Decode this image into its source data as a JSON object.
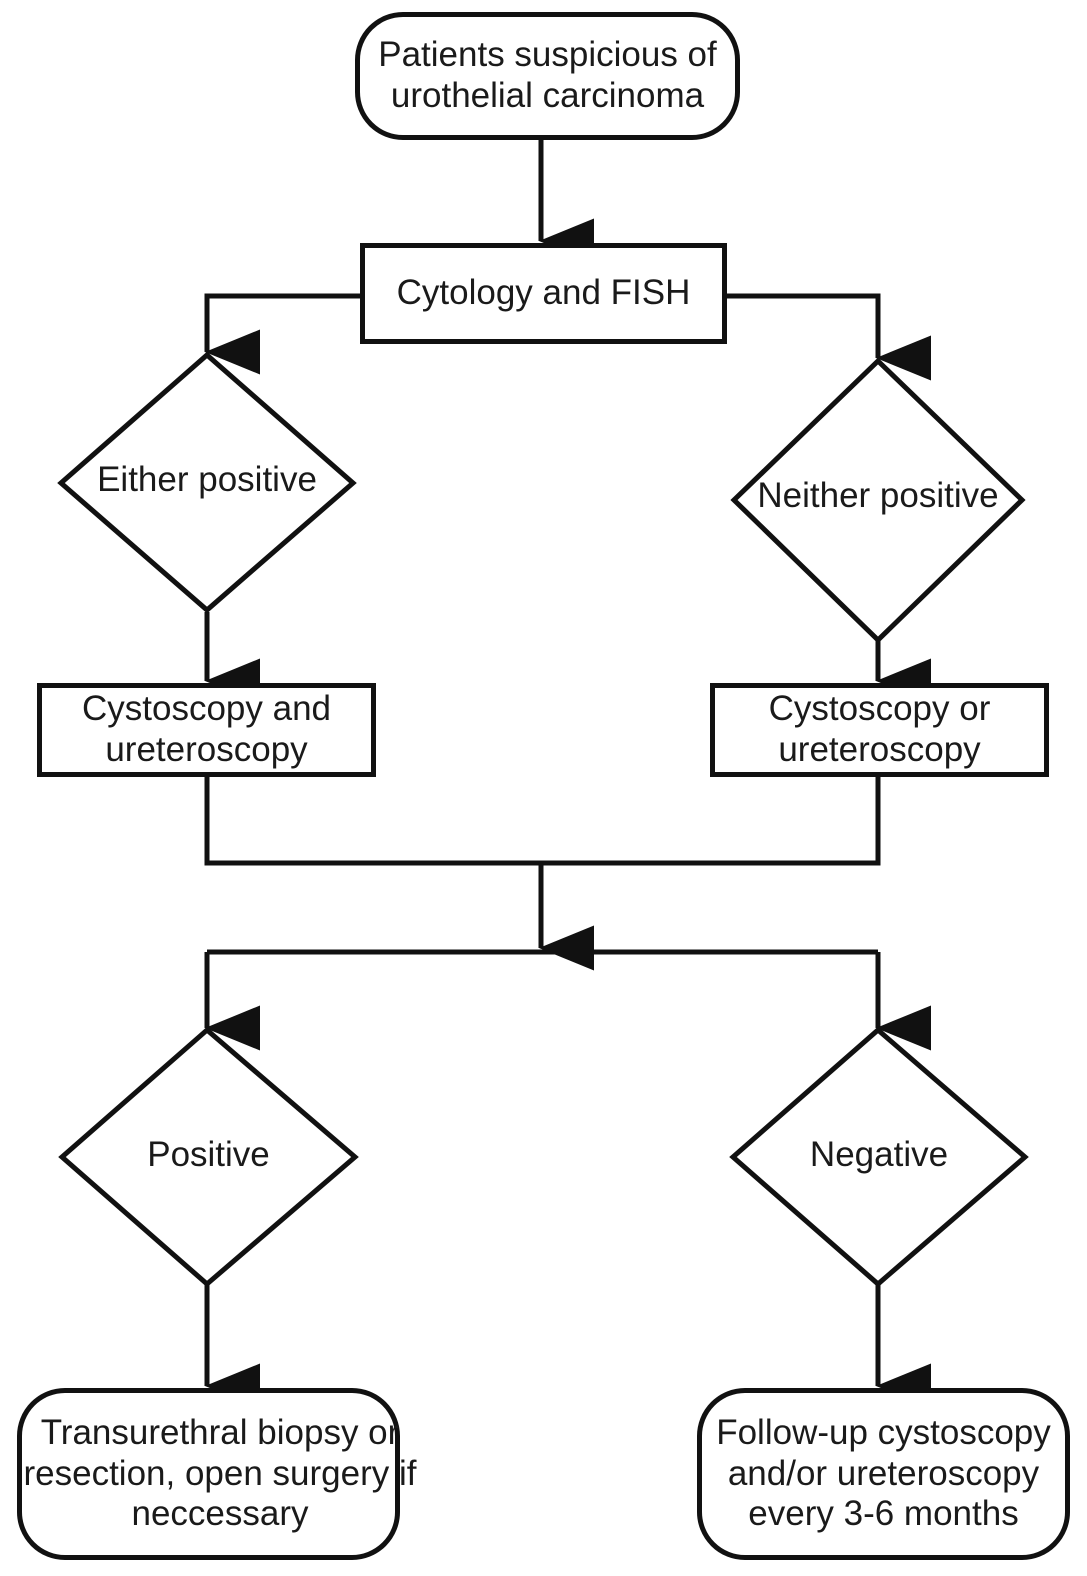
{
  "diagram": {
    "title": "Diagnostic algorithm for urothelial carcinoma",
    "type": "flowchart",
    "colors": {
      "stroke": "#111111",
      "fill": "#ffffff",
      "text": "#1a1a1a"
    },
    "nodes": {
      "start": {
        "label": "Patients suspicious of\nurothelial carcinoma",
        "shape": "terminator"
      },
      "test": {
        "label": "Cytology and FISH",
        "shape": "process"
      },
      "either_positive": {
        "label": "Either positive",
        "shape": "decision"
      },
      "neither_positive": {
        "label": "Neither positive",
        "shape": "decision"
      },
      "cysto_and_uretero": {
        "label": "Cystoscopy and\nureteroscopy",
        "shape": "process"
      },
      "cysto_or_uretero": {
        "label": "Cystoscopy or\nureteroscopy",
        "shape": "process"
      },
      "positive": {
        "label": "Positive",
        "shape": "decision"
      },
      "negative": {
        "label": "Negative",
        "shape": "decision"
      },
      "treatment": {
        "label": "Transurethral biopsy or\nresection, open surgery if\nneccessary",
        "shape": "terminator"
      },
      "followup": {
        "label": "Follow-up cystoscopy\nand/or ureteroscopy\nevery 3-6 months",
        "shape": "terminator"
      }
    },
    "edges": [
      {
        "from": "start",
        "to": "test",
        "style": "straight-down-arrow"
      },
      {
        "from": "test",
        "to": "either_positive",
        "style": "left-branch-arrow"
      },
      {
        "from": "test",
        "to": "neither_positive",
        "style": "right-branch-arrow"
      },
      {
        "from": "either_positive",
        "to": "cysto_and_uretero",
        "style": "straight-down-arrow"
      },
      {
        "from": "neither_positive",
        "to": "cysto_or_uretero",
        "style": "straight-down-arrow"
      },
      {
        "from": "cysto_and_uretero",
        "to": "merge",
        "style": "down-then-join"
      },
      {
        "from": "cysto_or_uretero",
        "to": "merge",
        "style": "down-then-join"
      },
      {
        "from": "merge",
        "to": "split",
        "style": "straight-down-arrow"
      },
      {
        "from": "split",
        "to": "positive",
        "style": "left-branch-arrow"
      },
      {
        "from": "split",
        "to": "negative",
        "style": "right-branch-arrow"
      },
      {
        "from": "positive",
        "to": "treatment",
        "style": "straight-down-arrow"
      },
      {
        "from": "negative",
        "to": "followup",
        "style": "straight-down-arrow"
      }
    ]
  }
}
